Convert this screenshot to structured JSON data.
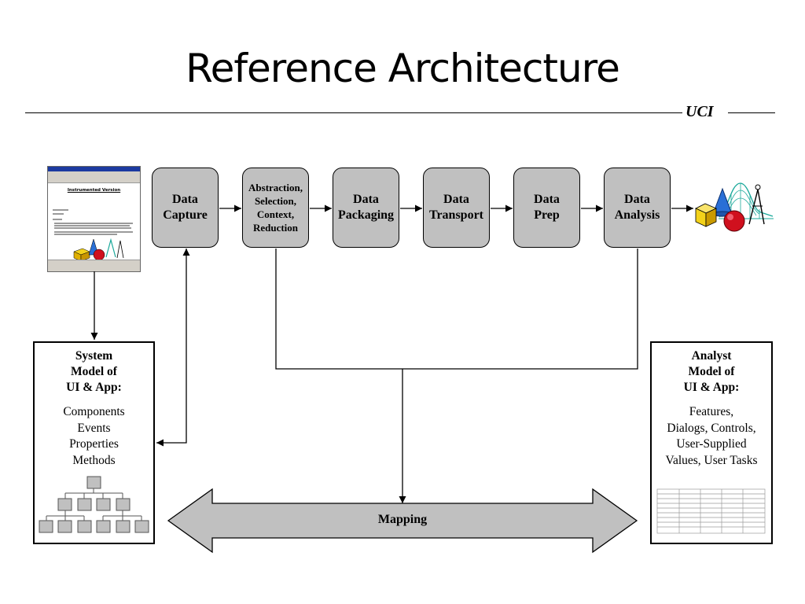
{
  "slide": {
    "title": "Reference Architecture",
    "footer_brand": "UCI"
  },
  "pipeline": [
    {
      "label": "Data\nCapture",
      "small": false
    },
    {
      "label": "Abstraction,\nSelection,\nContext,\nReduction",
      "small": true
    },
    {
      "label": "Data\nPackaging",
      "small": false
    },
    {
      "label": "Data\nTransport",
      "small": false
    },
    {
      "label": "Data\nPrep",
      "small": false
    },
    {
      "label": "Data\nAnalysis",
      "small": false
    }
  ],
  "thumbnail": {
    "heading": "Instrumented Version"
  },
  "system_model": {
    "title": "System\nModel of\nUI & App:",
    "items": [
      "Components",
      "Events",
      "Properties",
      "Methods"
    ]
  },
  "analyst_model": {
    "title": "Analyst\nModel of\nUI & App:",
    "items": [
      "Features,",
      "Dialogs, Controls,",
      "User-Supplied",
      "Values, User Tasks"
    ]
  },
  "mapping": {
    "label": "Mapping"
  },
  "colors": {
    "stage_fill": "#c0c0c0",
    "arrow_fill": "#c0c0c0",
    "tree_node": "#c0c0c0",
    "graphic_red": "#d0101e",
    "graphic_yellow": "#f3d21a",
    "graphic_teal": "#19a89a",
    "graphic_blue": "#2a6fd6"
  }
}
